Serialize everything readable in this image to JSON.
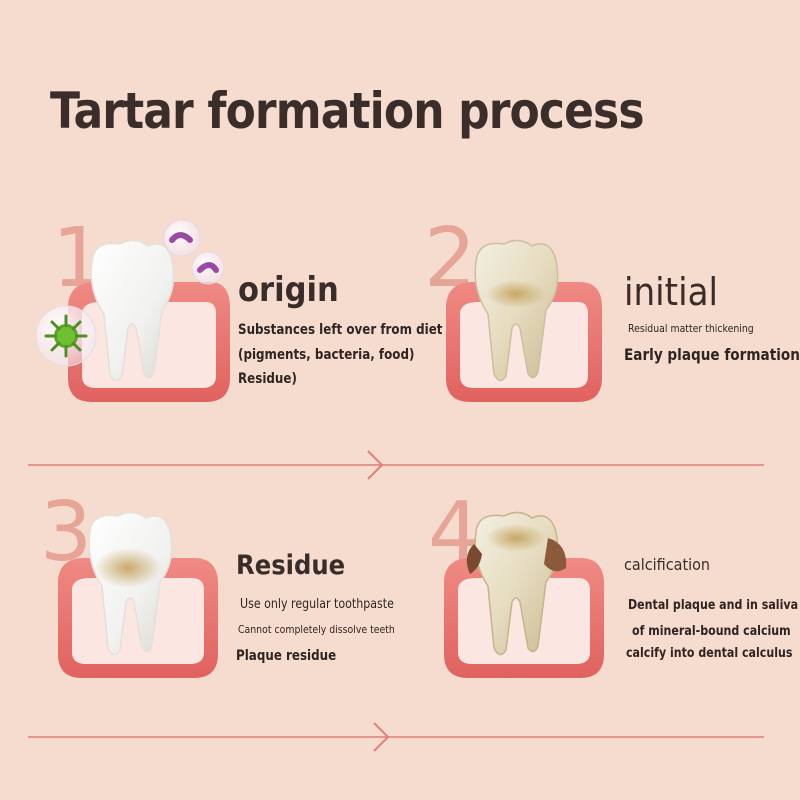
{
  "title": "Tartar formation process",
  "steps": [
    {
      "number": "1",
      "heading": "origin",
      "lines": [
        "Substances left over from diet",
        "(pigments, bacteria, food)",
        "Residue)"
      ]
    },
    {
      "number": "2",
      "heading": "initial",
      "lines": [
        "Residual matter thickening",
        "Early plaque formation"
      ]
    },
    {
      "number": "3",
      "heading": "Residue",
      "lines": [
        "Use only regular toothpaste",
        "Cannot completely dissolve teeth",
        "Plaque residue"
      ]
    },
    {
      "number": "4",
      "heading": "calcification",
      "lines": [
        "Dental plaque and in saliva",
        "of mineral-bound calcium",
        "calcify into dental calculus"
      ]
    }
  ],
  "icons": [
    "tooth-icon",
    "gum-icon",
    "bacteria-icon",
    "bubble-icon",
    "arrow-right-icon"
  ],
  "colors": {
    "background": "#f6dccf",
    "number": "#e7a597",
    "gum": "#e9726f",
    "gum_inner": "#fbe6e2",
    "arrow": "#e07f76",
    "text": "#3a2c29"
  }
}
